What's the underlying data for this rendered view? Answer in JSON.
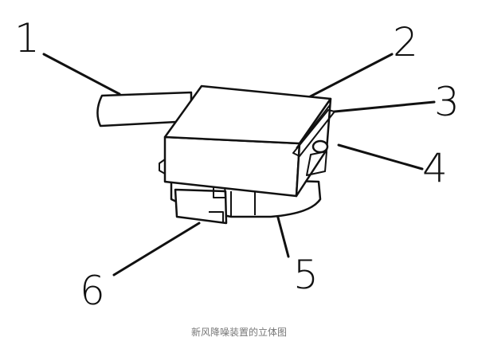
{
  "figure": {
    "labels": [
      "1",
      "2",
      "3",
      "4",
      "5",
      "6"
    ],
    "caption": "新风降噪装置的立体图"
  }
}
